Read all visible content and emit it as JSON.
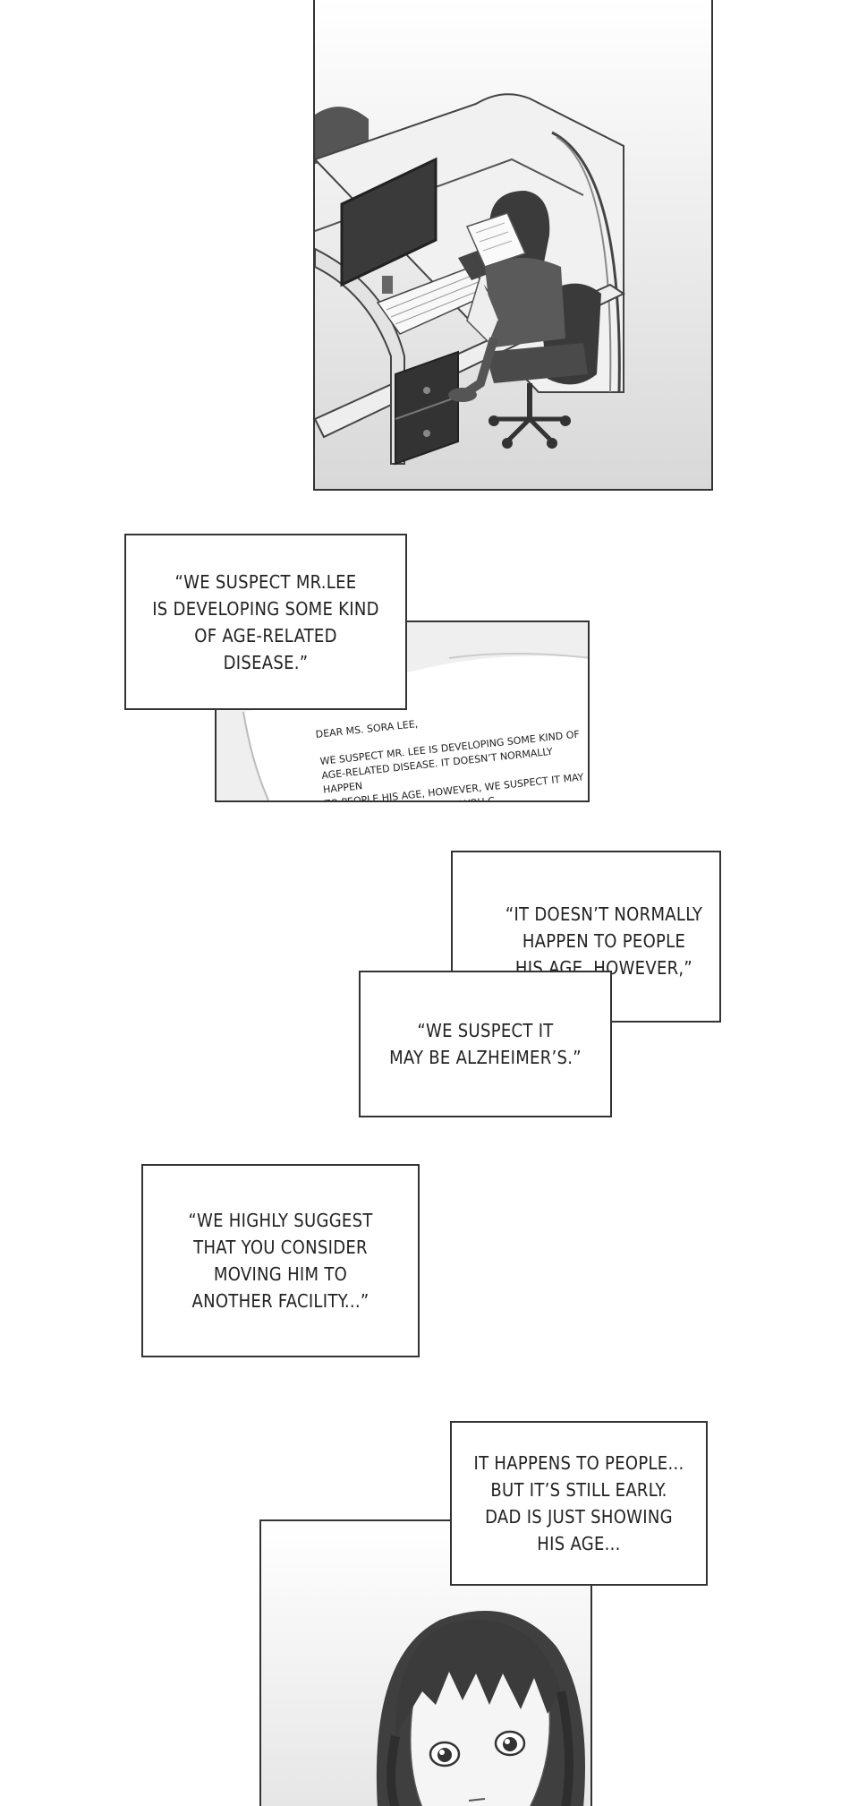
{
  "captions": {
    "c1": "“WE SUSPECT MR.LEE\nIS DEVELOPING SOME KIND\nOF AGE-RELATED\nDISEASE.”",
    "c2": "“IT DOESN’T NORMALLY\nHAPPEN TO PEOPLE\nHIS AGE, HOWEVER,”",
    "c3": "“WE SUSPECT IT\nMAY BE ALZHEIMER’S.”",
    "c4": "“WE HIGHLY SUGGEST\nTHAT YOU CONSIDER\nMOVING HIM TO\nANOTHER FACILITY...”",
    "c5": "IT HAPPENS TO PEOPLE...\nBUT IT’S STILL EARLY.\nDAD IS JUST SHOWING\nHIS AGE..."
  },
  "letter": {
    "salutation": "DEAR MS. SORA LEE,",
    "body": "WE SUSPECT MR. LEE IS DEVELOPING SOME KIND OF\nAGE-RELATED DISEASE. IT DOESN’T NORMALLY HAPPEN\nTO PEOPLE HIS AGE, HOWEVER, WE SUSPECT IT MAY\n...IE HIGHLY SUGGEST THAT YOU C\n...ITY. AS WE DO NOT"
  }
}
